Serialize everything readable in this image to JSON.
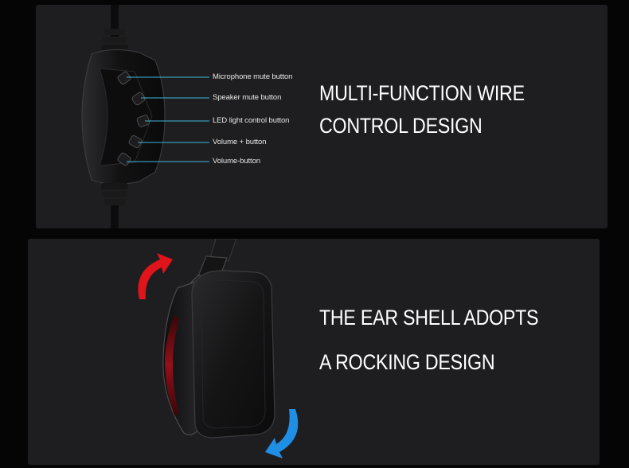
{
  "wire_control": {
    "callouts": [
      "Microphone mute button",
      "Speaker mute button",
      "LED light control button",
      "Volume + button",
      "Volume-button"
    ],
    "heading_line_1": "MULTI-FUNCTION WIRE",
    "heading_line_2": "CONTROL DESIGN"
  },
  "ear_shell": {
    "heading_line_1": "THE EAR SHELL ADOPTS",
    "heading_line_2": "A ROCKING DESIGN"
  },
  "colors": {
    "panel": "#1e1e20",
    "page_background": "#050505",
    "callout_line": "#3fb6d8",
    "arrow_red": "#e0141b",
    "arrow_blue": "#1f8fe6"
  }
}
